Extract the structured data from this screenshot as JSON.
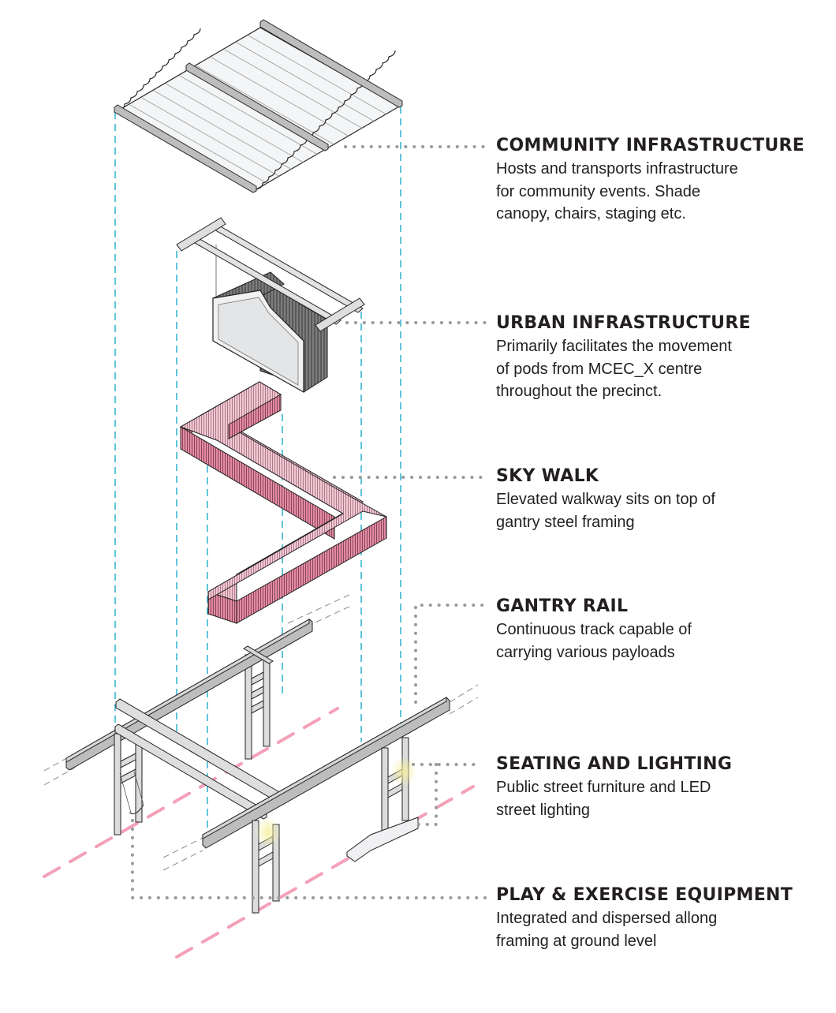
{
  "diagram": {
    "type": "exploded axonometric",
    "colors": {
      "projection_line": "#39b6d0",
      "leader_dots": "#9a9a9c",
      "ground_dash": "#f4a0b8",
      "skywalk_pink": "#e58aa4",
      "steel_grey": "#c8c9cb",
      "pod_dark": "#555555",
      "canopy": "#f4f5f6",
      "light_glow": "#f7f2b8",
      "text": "#231f20"
    }
  },
  "labels": [
    {
      "id": "community-infrastructure",
      "title": "COMMUNITY INFRASTRUCTURE",
      "lines": [
        "Hosts and transports infrastructure",
        "for community events. Shade",
        "canopy, chairs, staging etc."
      ]
    },
    {
      "id": "urban-infrastructure",
      "title": "URBAN INFRASTRUCTURE",
      "lines": [
        "Primarily facilitates the movement",
        "of pods from MCEC_X centre",
        "throughout the precinct."
      ]
    },
    {
      "id": "sky-walk",
      "title": "SKY WALK",
      "lines": [
        "Elevated walkway sits on top of",
        "gantry steel framing"
      ]
    },
    {
      "id": "gantry-rail",
      "title": "GANTRY RAIL",
      "lines": [
        "Continuous track capable of",
        "carrying various payloads"
      ]
    },
    {
      "id": "seating-and-lighting",
      "title": "SEATING AND LIGHTING",
      "lines": [
        "Public street furniture and LED",
        "street lighting"
      ]
    },
    {
      "id": "play-exercise-equipment",
      "title": "PLAY & EXERCISE EQUIPMENT",
      "lines": [
        "Integrated and dispersed allong",
        "framing at ground level"
      ]
    }
  ]
}
